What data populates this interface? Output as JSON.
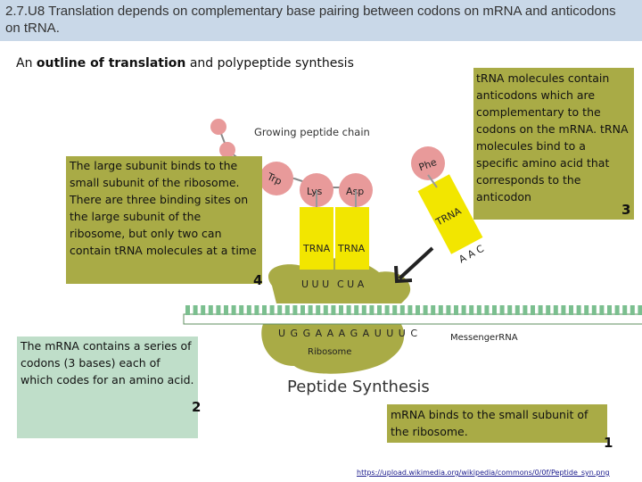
{
  "header": {
    "title": "2.7.U8 Translation depends on complementary base pairing between codons on mRNA and anticodons on tRNA."
  },
  "subtitle": {
    "prefix": "An ",
    "bold": "outline of translation",
    "suffix": " and polypeptide synthesis"
  },
  "diagram": {
    "growing_chain": "Growing peptide chain",
    "amino_acids": [
      "Trp",
      "Lys",
      "Asp",
      "Phe"
    ],
    "trna_label": "TRNA",
    "anticodon_1": "U U U",
    "anticodon_2": "C U A",
    "anticodon_3": "A A C",
    "mrna_sequence": "U G G A A A G A U U U C",
    "messenger_rna": "MessengerRNA",
    "ribosome": "Ribosome",
    "peptide_synthesis": "Peptide Synthesis"
  },
  "notes": {
    "large_subunit": "The large subunit binds to the small subunit of the ribosome. There are three binding sites on the large subunit of the ribosome, but only two can contain tRNA molecules at a time",
    "large_subunit_num": "4",
    "mrna_codons": "The mRNA contains a series of codons (3 bases) each of which codes for an amino acid.",
    "mrna_codons_num": "2",
    "trna": "tRNA molecules contain anticodons which are complementary to the codons on the mRNA. tRNA molecules bind to a specific amino acid that corresponds to the anticodon",
    "trna_num": "3",
    "mrna_binds": "mRNA binds to the small subunit of the ribosome.",
    "mrna_binds_num": "1"
  },
  "credit": "https://upload.wikimedia.org/wikipedia/commons/0/0f/Peptide_syn.png",
  "colors": {
    "header_bg": "#c9d8e8",
    "olive": "#a9ab46",
    "green_box": "#bfdec9",
    "peach": "#e89a9a",
    "trna_yellow": "#f2e600"
  }
}
